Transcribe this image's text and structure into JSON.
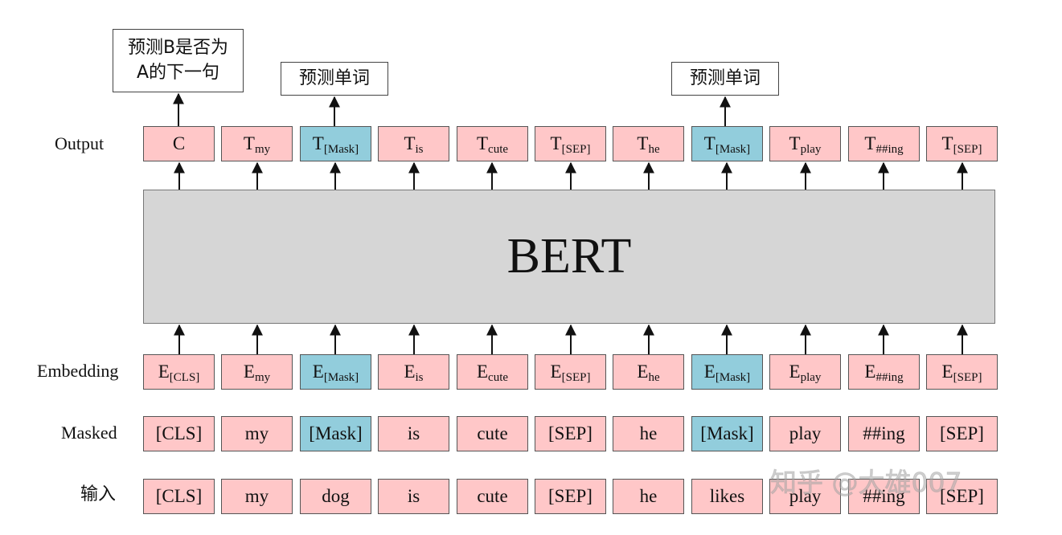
{
  "labels": {
    "output": "Output",
    "embedding": "Embedding",
    "masked": "Masked",
    "input": "输入"
  },
  "bert": {
    "label": "BERT"
  },
  "callouts": {
    "nsp": "预测B是否为\nA的下一句",
    "word1": "预测单词",
    "word2": "预测单词"
  },
  "watermark": "知乎 @大雄007",
  "colors": {
    "pink": "#ffc7c8",
    "blue": "#92cddc",
    "bert": "#d6d6d6"
  },
  "output": [
    {
      "base": "C",
      "sub": "",
      "color": "pink"
    },
    {
      "base": "T",
      "sub": "my",
      "color": "pink"
    },
    {
      "base": "T",
      "sub": "[Mask]",
      "color": "blue"
    },
    {
      "base": "T",
      "sub": "is",
      "color": "pink"
    },
    {
      "base": "T",
      "sub": "cute",
      "color": "pink"
    },
    {
      "base": "T",
      "sub": "[SEP]",
      "color": "pink"
    },
    {
      "base": "T",
      "sub": "he",
      "color": "pink"
    },
    {
      "base": "T",
      "sub": "[Mask]",
      "color": "blue"
    },
    {
      "base": "T",
      "sub": "play",
      "color": "pink"
    },
    {
      "base": "T",
      "sub": "##ing",
      "color": "pink"
    },
    {
      "base": "T",
      "sub": "[SEP]",
      "color": "pink"
    }
  ],
  "embedding": [
    {
      "base": "E",
      "sub": "[CLS]",
      "color": "pink"
    },
    {
      "base": "E",
      "sub": "my",
      "color": "pink"
    },
    {
      "base": "E",
      "sub": "[Mask]",
      "color": "blue"
    },
    {
      "base": "E",
      "sub": "is",
      "color": "pink"
    },
    {
      "base": "E",
      "sub": "cute",
      "color": "pink"
    },
    {
      "base": "E",
      "sub": "[SEP]",
      "color": "pink"
    },
    {
      "base": "E",
      "sub": "he",
      "color": "pink"
    },
    {
      "base": "E",
      "sub": "[Mask]",
      "color": "blue"
    },
    {
      "base": "E",
      "sub": "play",
      "color": "pink"
    },
    {
      "base": "E",
      "sub": "##ing",
      "color": "pink"
    },
    {
      "base": "E",
      "sub": "[SEP]",
      "color": "pink"
    }
  ],
  "masked": [
    {
      "text": "[CLS]",
      "color": "pink"
    },
    {
      "text": "my",
      "color": "pink"
    },
    {
      "text": "[Mask]",
      "color": "blue"
    },
    {
      "text": "is",
      "color": "pink"
    },
    {
      "text": "cute",
      "color": "pink"
    },
    {
      "text": "[SEP]",
      "color": "pink"
    },
    {
      "text": "he",
      "color": "pink"
    },
    {
      "text": "[Mask]",
      "color": "blue"
    },
    {
      "text": "play",
      "color": "pink"
    },
    {
      "text": "##ing",
      "color": "pink"
    },
    {
      "text": "[SEP]",
      "color": "pink"
    }
  ],
  "input": [
    {
      "text": "[CLS]",
      "color": "pink"
    },
    {
      "text": "my",
      "color": "pink"
    },
    {
      "text": "dog",
      "color": "pink"
    },
    {
      "text": "is",
      "color": "pink"
    },
    {
      "text": "cute",
      "color": "pink"
    },
    {
      "text": "[SEP]",
      "color": "pink"
    },
    {
      "text": "he",
      "color": "pink"
    },
    {
      "text": "likes",
      "color": "pink"
    },
    {
      "text": "play",
      "color": "pink"
    },
    {
      "text": "##ing",
      "color": "pink"
    },
    {
      "text": "[SEP]",
      "color": "pink"
    }
  ]
}
